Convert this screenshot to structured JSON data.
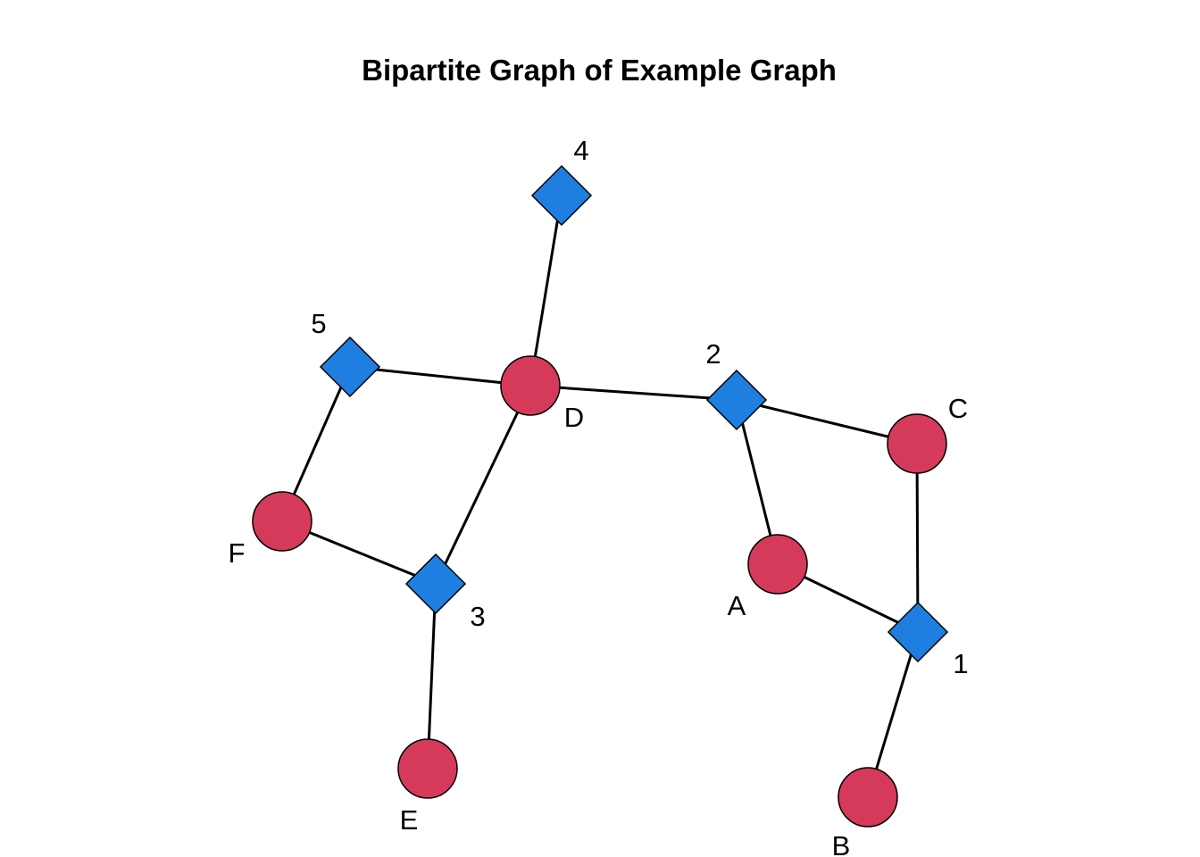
{
  "title": "Bipartite Graph of Example Graph",
  "colors": {
    "person": "#D63A5A",
    "group": "#1E7FE0",
    "edge": "#000000",
    "outline": "#000000"
  },
  "nodes": [
    {
      "id": "A",
      "label": "A",
      "kind": "circle"
    },
    {
      "id": "B",
      "label": "B",
      "kind": "circle"
    },
    {
      "id": "C",
      "label": "C",
      "kind": "circle"
    },
    {
      "id": "D",
      "label": "D",
      "kind": "circle"
    },
    {
      "id": "E",
      "label": "E",
      "kind": "circle"
    },
    {
      "id": "F",
      "label": "F",
      "kind": "circle"
    },
    {
      "id": "1",
      "label": "1",
      "kind": "diamond"
    },
    {
      "id": "2",
      "label": "2",
      "kind": "diamond"
    },
    {
      "id": "3",
      "label": "3",
      "kind": "diamond"
    },
    {
      "id": "4",
      "label": "4",
      "kind": "diamond"
    },
    {
      "id": "5",
      "label": "5",
      "kind": "diamond"
    }
  ],
  "edges": [
    [
      "4",
      "D"
    ],
    [
      "5",
      "D"
    ],
    [
      "D",
      "2"
    ],
    [
      "D",
      "3"
    ],
    [
      "5",
      "F"
    ],
    [
      "F",
      "3"
    ],
    [
      "3",
      "E"
    ],
    [
      "2",
      "C"
    ],
    [
      "2",
      "A"
    ],
    [
      "A",
      "1"
    ],
    [
      "C",
      "1"
    ],
    [
      "1",
      "B"
    ]
  ]
}
